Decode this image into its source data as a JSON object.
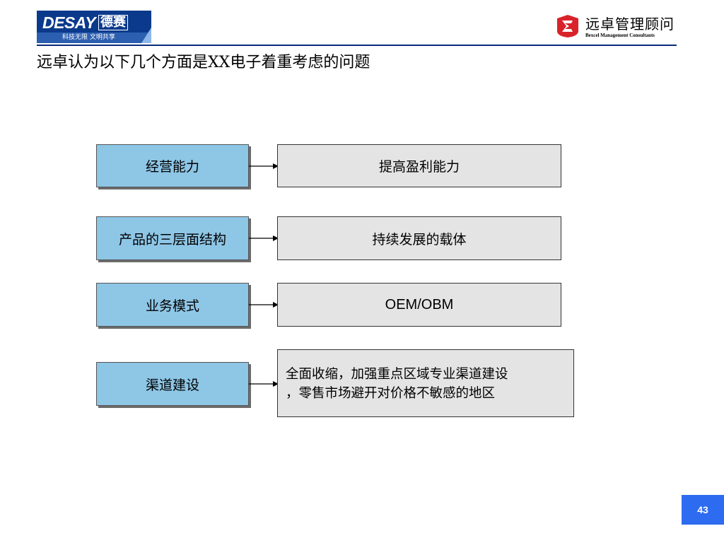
{
  "header": {
    "left_logo": {
      "brand_en": "DESAY",
      "brand_cn": "德赛",
      "slogan": "科技无限  文明共享"
    },
    "right_logo": {
      "name_cn": "远卓管理顾问",
      "name_en": "Bexcel Management Consultants"
    }
  },
  "title": "远卓认为以下几个方面是XX电子着重考虑的问题",
  "rows": [
    {
      "aspect": "经营能力",
      "detail": "提高盈利能力"
    },
    {
      "aspect": "产品的三层面结构",
      "detail": "持续发展的载体"
    },
    {
      "aspect": "业务模式",
      "detail": "OEM/OBM"
    },
    {
      "aspect": "渠道建设",
      "detail_line1": "全面收缩，加强重点区域专业渠道建设",
      "detail_line2": "，零售市场避开对价格不敏感的地区"
    }
  ],
  "page_number": "43",
  "colors": {
    "left_box": "#8ec6e6",
    "right_box": "#e4e4e4",
    "rule": "#0a2a7a",
    "page_badge": "#2d6bf0"
  }
}
